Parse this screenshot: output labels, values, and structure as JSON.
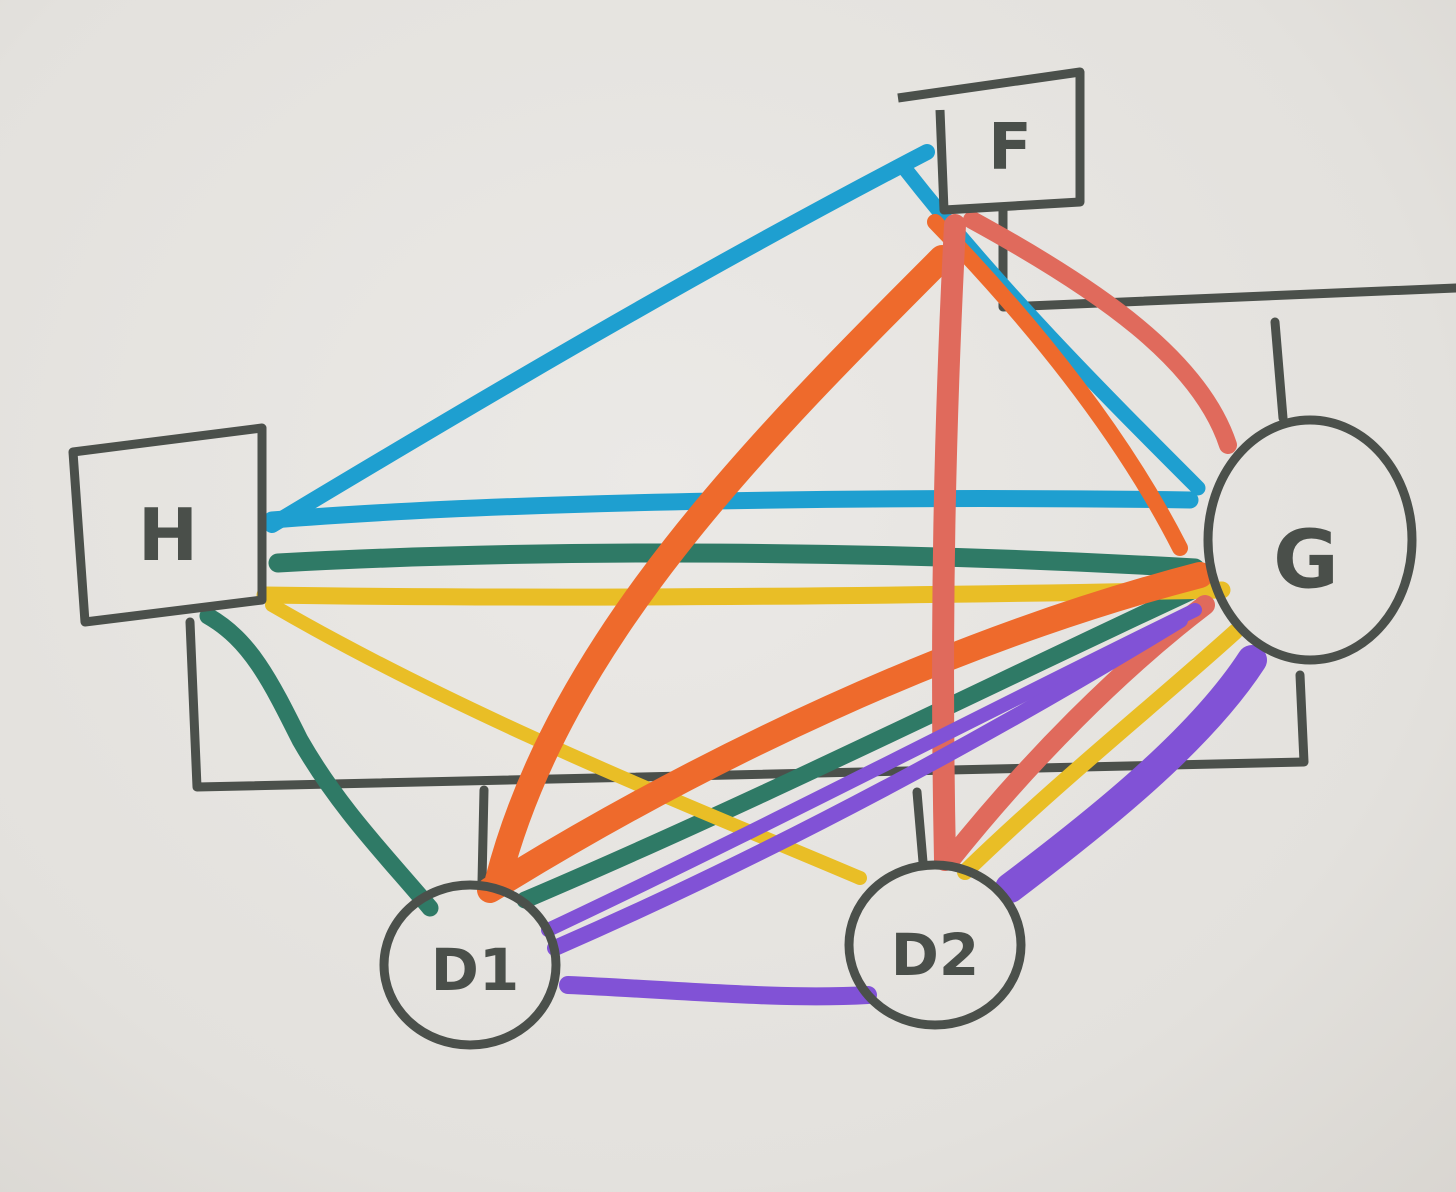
{
  "nodes": [
    {
      "id": "H",
      "label": "H",
      "shape": "square"
    },
    {
      "id": "F",
      "label": "F",
      "shape": "square"
    },
    {
      "id": "G",
      "label": "G",
      "shape": "circle"
    },
    {
      "id": "D1",
      "label": "D1",
      "shape": "circle"
    },
    {
      "id": "D2",
      "label": "D2",
      "shape": "circle"
    }
  ],
  "colors": {
    "ink": "#4b504b",
    "blue": "#1e9fd0",
    "green": "#2f7a66",
    "yellow": "#e9be26",
    "orange": "#ee6a2c",
    "red": "#e06a5c",
    "purple": "#8152d6"
  },
  "edges": [
    {
      "from": "H",
      "to": "F",
      "color": "blue"
    },
    {
      "from": "H",
      "to": "G",
      "color": "blue"
    },
    {
      "from": "F",
      "to": "G",
      "color": "blue"
    },
    {
      "from": "H",
      "to": "G",
      "color": "green"
    },
    {
      "from": "H",
      "to": "D1",
      "color": "green"
    },
    {
      "from": "D1",
      "to": "G",
      "color": "green"
    },
    {
      "from": "H",
      "to": "G",
      "color": "yellow"
    },
    {
      "from": "H",
      "to": "D2",
      "color": "yellow"
    },
    {
      "from": "D2",
      "to": "G",
      "color": "yellow"
    },
    {
      "from": "F",
      "to": "D1",
      "color": "orange"
    },
    {
      "from": "F",
      "to": "G",
      "color": "orange"
    },
    {
      "from": "D1",
      "to": "G",
      "color": "orange"
    },
    {
      "from": "F",
      "to": "D2",
      "color": "red"
    },
    {
      "from": "F",
      "to": "G",
      "color": "red"
    },
    {
      "from": "D2",
      "to": "G",
      "color": "red"
    },
    {
      "from": "D1",
      "to": "G",
      "color": "purple"
    },
    {
      "from": "D2",
      "to": "G",
      "color": "purple"
    },
    {
      "from": "D1",
      "to": "D2",
      "color": "purple"
    }
  ]
}
